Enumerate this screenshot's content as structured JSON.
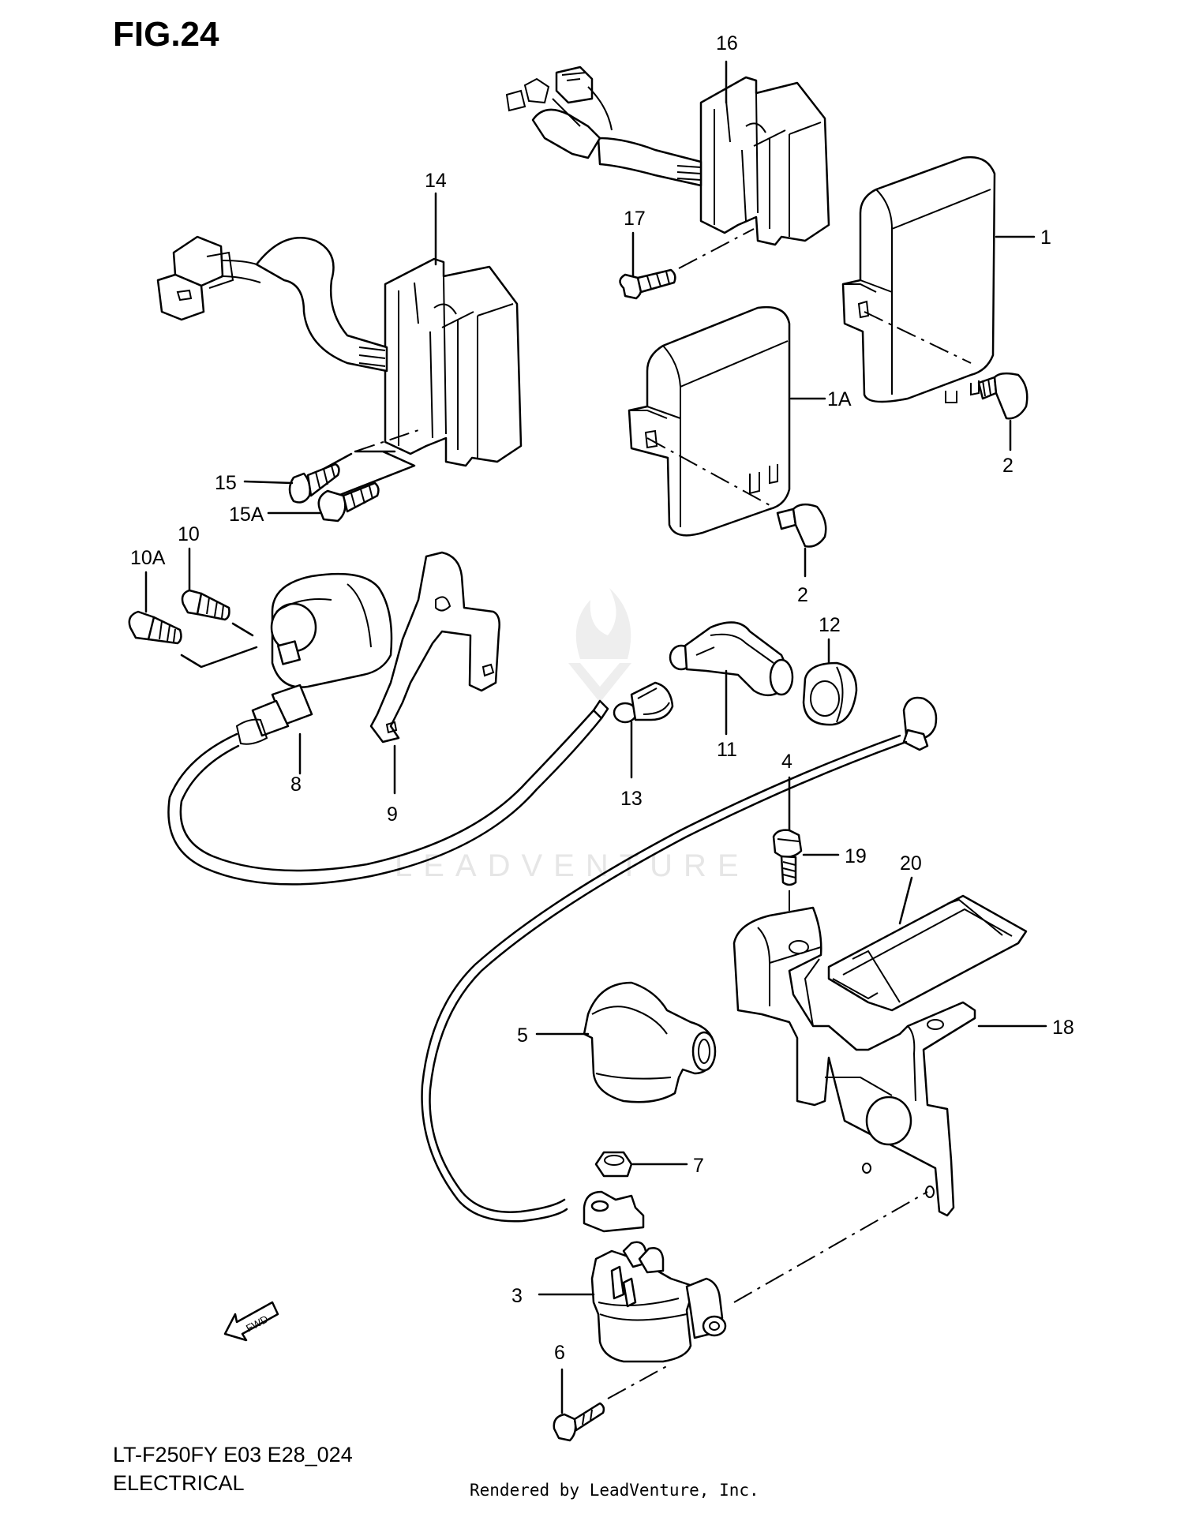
{
  "figure": {
    "title": "FIG.24",
    "model_code": "LT-F250FY E03 E28_024",
    "section": "ELECTRICAL",
    "rendered_by": "Rendered by LeadVenture, Inc.",
    "watermark": "LEADVENTURE",
    "fwd_label": "FWD"
  },
  "callouts": {
    "c1": "1",
    "c1a": "1A",
    "c2a": "2",
    "c2b": "2",
    "c3": "3",
    "c4": "4",
    "c5": "5",
    "c6": "6",
    "c7": "7",
    "c8": "8",
    "c9": "9",
    "c10": "10",
    "c10a": "10A",
    "c11": "11",
    "c12": "12",
    "c13": "13",
    "c14": "14",
    "c15": "15",
    "c15a": "15A",
    "c16": "16",
    "c17": "17",
    "c18": "18",
    "c19": "19",
    "c20": "20"
  }
}
